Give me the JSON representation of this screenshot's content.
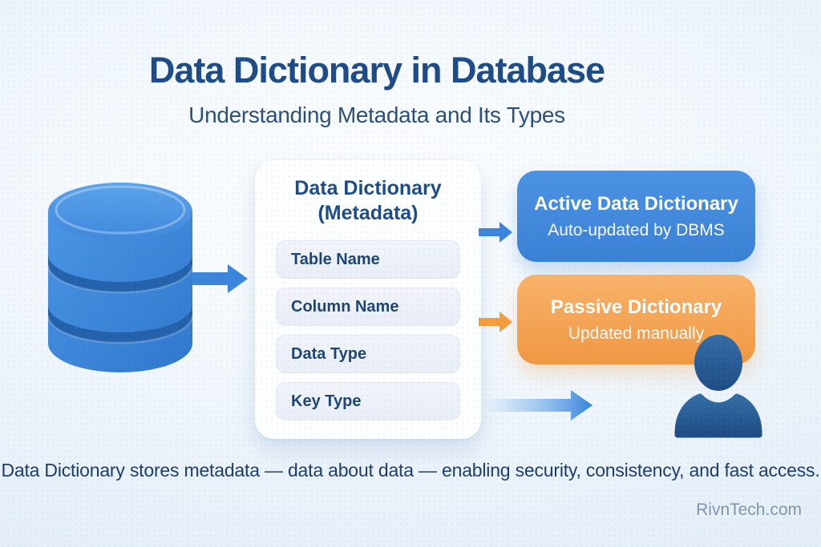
{
  "header": {
    "title": "Data Dictionary in Database",
    "subtitle": "Understanding Metadata and Its Types"
  },
  "card": {
    "title_line1": "Data Dictionary",
    "title_line2": "(Metadata)",
    "rows": [
      "Table Name",
      "Column Name",
      "Data Type",
      "Key Type"
    ]
  },
  "branches": {
    "active": {
      "title": "Active Data Dictionary",
      "subtitle": "Auto-updated by DBMS"
    },
    "passive": {
      "title": "Passive Dictionary",
      "subtitle": "Updated manually"
    }
  },
  "footer": {
    "caption": "Data Dictionary stores metadata — data about data — enabling security, consistency, and fast access.",
    "watermark": "RivnTech.com"
  },
  "icons": {
    "database": "database-icon",
    "user": "user-icon",
    "arrow_db_to_card": "arrow-right-icon",
    "arrow_card_to_active": "arrow-right-icon",
    "arrow_card_to_passive": "arrow-right-icon",
    "arrow_to_user": "arrow-right-gradient-icon"
  },
  "colors": {
    "title_text": "#1d4b85",
    "subtitle_text": "#2b4f7b",
    "active_box": "#3c87dd",
    "passive_box": "#f5a34c",
    "database_icon": "#3b86dc",
    "user_icon": "#2d6298",
    "row_fill": "#edf1f8",
    "background": "#eaf2fa",
    "watermark_text": "#8293aa"
  }
}
